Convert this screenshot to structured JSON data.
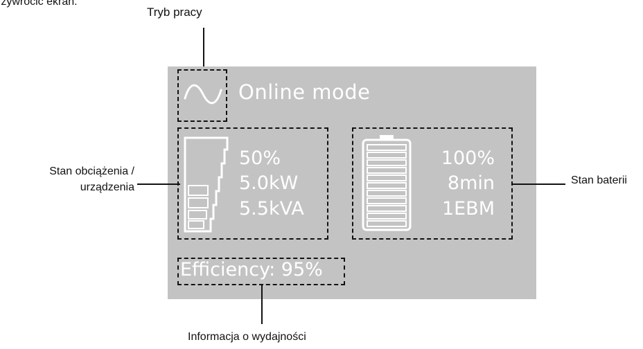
{
  "callouts": {
    "top_cut": "rzywrócić ekran.",
    "mode": "Tryb pracy",
    "load": "Stan obciążenia /\nurządzenia",
    "battery": "Stan baterii",
    "efficiency": "Informacja o wydajności"
  },
  "screen": {
    "mode_text": "Online mode",
    "load": {
      "percent": "50%",
      "power_kw": "5.0kW",
      "power_kva": "5.5kVA",
      "level": 0.5
    },
    "battery": {
      "percent": "100%",
      "time": "8min",
      "ebm": "1EBM",
      "level": 1.0
    },
    "efficiency": "Efficiency: 95%"
  },
  "icons": {
    "mode": "sine-wave-icon",
    "load": "load-bar-icon",
    "battery": "battery-icon"
  },
  "colors": {
    "screen_bg": "#c3c3c3",
    "lcd_fg": "#ffffff",
    "annotation": "#111111"
  }
}
